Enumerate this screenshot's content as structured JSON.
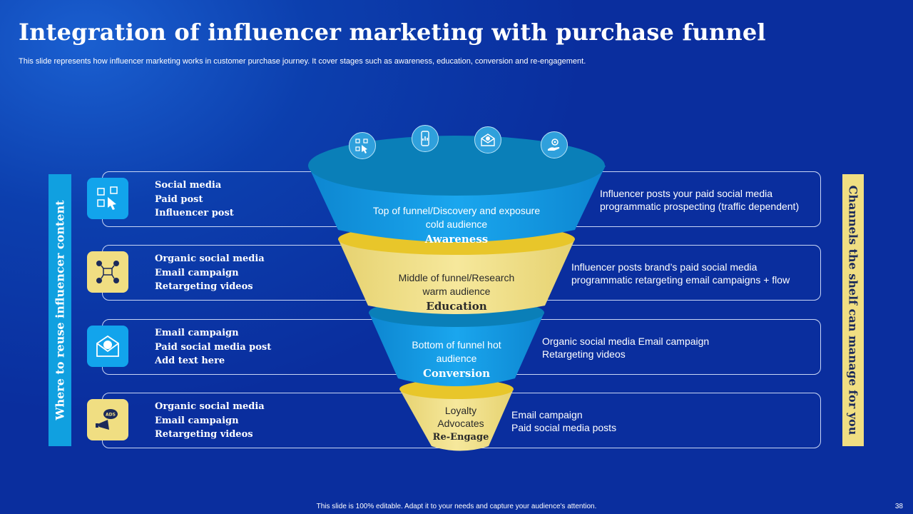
{
  "slide": {
    "title": "Integration of influencer marketing with purchase funnel",
    "subtitle": "This slide represents  how influencer marketing works in customer purchase journey. It cover stages such as awareness, education, conversion and re-engagement.",
    "left_label": "Where  to reuse influencer content",
    "right_label": "Channels the shelf can manage for you",
    "footer": "This slide is 100% editable.  Adapt it to your needs and capture your audience's attention.",
    "page_number": "38"
  },
  "rows": [
    {
      "icon": "social-media-icon",
      "lines": [
        "Social media",
        "Paid post",
        "Influencer post"
      ],
      "desc": [
        "Influencer posts your paid social media",
        "programmatic prospecting (traffic dependent)"
      ]
    },
    {
      "icon": "network-icon",
      "lines": [
        "Organic social media",
        "Email campaign",
        "Retargeting videos"
      ],
      "desc": [
        "Influencer posts brand’s paid social media",
        "programmatic retargeting email campaigns + flow"
      ]
    },
    {
      "icon": "email-globe-icon",
      "lines": [
        "Email campaign",
        "Paid social media post",
        "Add text here"
      ],
      "desc": [
        "Organic social media Email campaign",
        "Retargeting videos"
      ]
    },
    {
      "icon": "megaphone-ads-icon",
      "lines": [
        "Organic social media",
        "Email campaign",
        "Retargeting videos"
      ],
      "desc": [
        "Email campaign",
        "Paid social media posts"
      ]
    }
  ],
  "funnel": {
    "stages": [
      {
        "text": [
          "Top of funnel/Discovery  and exposure",
          "cold audience"
        ],
        "name": "Awareness"
      },
      {
        "text": [
          "Middle of funnel/Research",
          "warm audience"
        ],
        "name": "Education"
      },
      {
        "text": [
          "Bottom of funnel  hot",
          "audience"
        ],
        "name": "Conversion"
      },
      {
        "text": [
          "Loyalty",
          "Advocates"
        ],
        "name": "Re-Engage"
      }
    ],
    "top_icons": [
      "social-media-icon",
      "mobile-chart-icon",
      "email-globe-icon",
      "hand-gear-icon"
    ]
  },
  "colors": {
    "background": "#0a2e9e",
    "accent_blue": "#12a4ec",
    "accent_yellow": "#f0de82",
    "gold": "#e8c62a",
    "rim": "#0a7fb8"
  }
}
